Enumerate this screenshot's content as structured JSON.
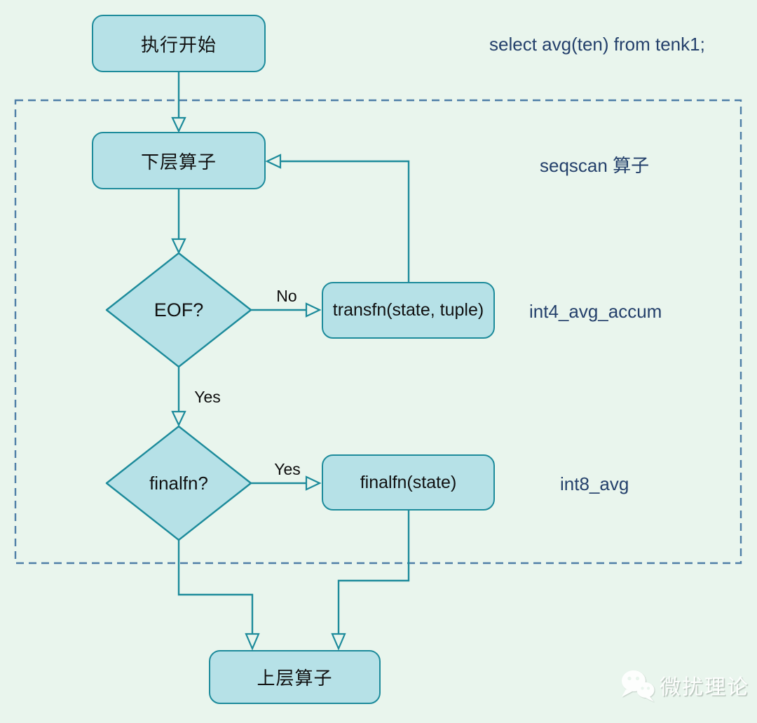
{
  "colors": {
    "background": "#e9f5ed",
    "node_fill": "#b6e1e7",
    "node_border": "#1d8b9b",
    "connector": "#1d8b9b",
    "dashed_border": "#4e7ea7",
    "annotation_text": "#24406b",
    "node_text": "#111111",
    "label_text": "#0d0d0d",
    "watermark": "#ffffff"
  },
  "nodes": {
    "start": "执行开始",
    "lower_op": "下层算子",
    "eof_decision": "EOF?",
    "transfn": "transfn(state, tuple)",
    "finalfn_decision": "finalfn?",
    "finalfn": "finalfn(state)",
    "upper_op": "上层算子"
  },
  "edge_labels": {
    "no": "No",
    "yes_down": "Yes",
    "yes_right": "Yes"
  },
  "annotations": {
    "query": "select avg(ten) from tenk1;",
    "seqscan": "seqscan 算子",
    "transfn_impl": "int4_avg_accum",
    "finalfn_impl": "int8_avg"
  },
  "watermark": {
    "text": "微扰理论",
    "icon": "wechat-icon"
  }
}
